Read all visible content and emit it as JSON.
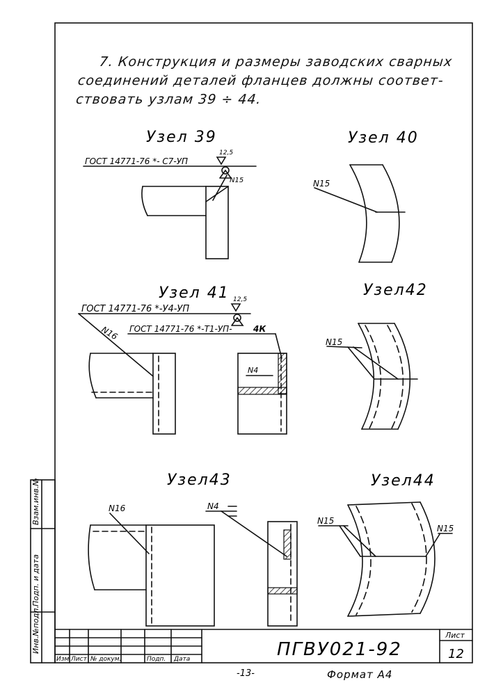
{
  "paragraph": {
    "line1": "7. Конструкция и размеры заводских сварных",
    "line2": "соединений деталей фланцев должны соответ-",
    "line3": "ствовать узлам 39 ÷ 44."
  },
  "nodes": {
    "n39": {
      "title": "Узел 39",
      "gost": "ГОСТ 14771-76 *- С7-УП",
      "roughness": "12,5",
      "weld": "N15"
    },
    "n40": {
      "title": "Узел 40",
      "weld": "N15"
    },
    "n41": {
      "title": "Узел 41",
      "gost_a": "ГОСТ 14771-76 *-У4-УП",
      "roughness": "12,5",
      "weld_a": "N16",
      "gost_b": "ГОСТ 14771-76 *-Т1-УП-",
      "gost_b_mark": "4К",
      "weld_b": "N4"
    },
    "n42": {
      "title": "Узел42",
      "weld": "N15"
    },
    "n43": {
      "title": "Узел43",
      "weld_a": "N16",
      "weld_b": "N4"
    },
    "n44": {
      "title": "Узел44",
      "weld_a": "N15",
      "weld_b": "N15"
    }
  },
  "side_stamp": {
    "c1": "Инв.№подл.",
    "c2": "Подп. и дата",
    "c3": "Взам.инв.№"
  },
  "title_block": {
    "headers": [
      "Изм",
      "Лист",
      "№ докум.",
      "Подп.",
      "Дата"
    ],
    "doc_code": "ПГВУ021-92",
    "sheet_label": "Лист",
    "sheet_no": "12"
  },
  "footer": {
    "page": "-13-",
    "format": "Формат А4"
  }
}
